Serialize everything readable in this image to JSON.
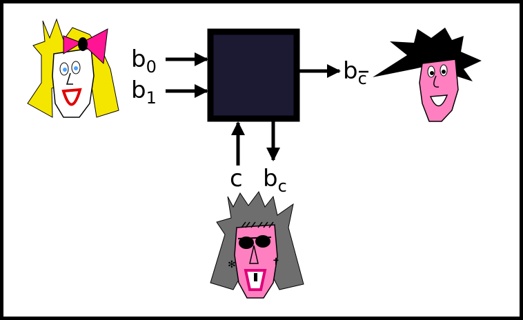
{
  "diagram": {
    "inputs": [
      {
        "base": "b",
        "sub": "0"
      },
      {
        "base": "b",
        "sub": "1"
      }
    ],
    "output_right": {
      "base": "b",
      "sub": "c",
      "overbar": true
    },
    "control": {
      "text": "c"
    },
    "output_down": {
      "base": "b",
      "sub": "c"
    }
  },
  "colors": {
    "box_fill": "#1c1933",
    "box_stroke": "#000000",
    "arrow": "#000000",
    "hair_left": "#f5e600",
    "bow": "#ff1493",
    "skin_pink": "#ff80c0",
    "hair_right": "#000000",
    "hair_bottom": "#6e6e6e"
  },
  "characters": {
    "left_icon": "blonde-girl-with-bow-icon",
    "right_icon": "spiky-black-hair-face-icon",
    "bottom_icon": "gray-hair-sunglasses-face-icon"
  }
}
